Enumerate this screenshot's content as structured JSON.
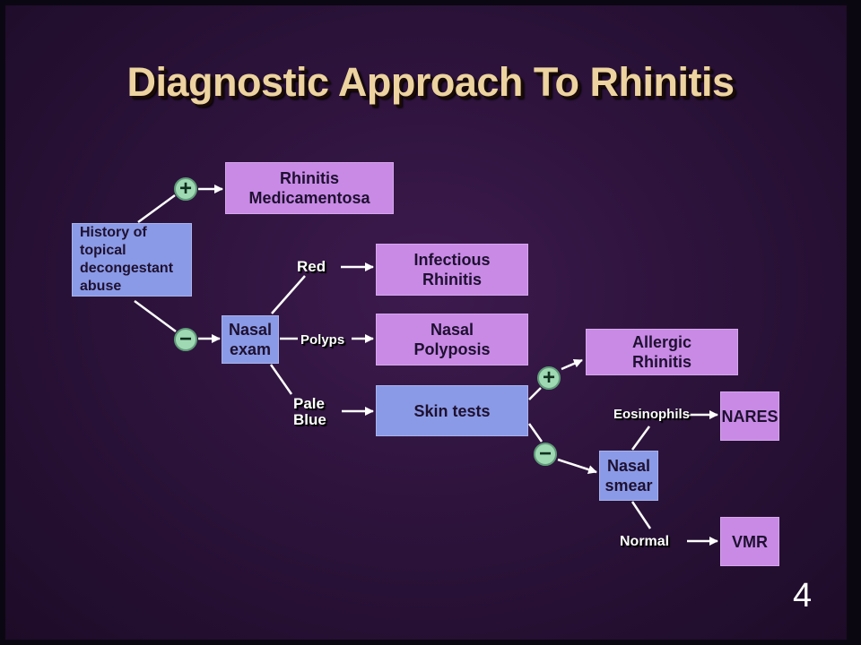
{
  "slide": {
    "title": "Diagnostic Approach To Rhinitis",
    "page_number": "4"
  },
  "nodes": {
    "history": [
      "History of",
      "topical",
      "decongestant",
      "abuse"
    ],
    "rhinitis_medicamentosa": [
      "Rhinitis",
      "Medicamentosa"
    ],
    "nasal_exam": [
      "Nasal",
      "exam"
    ],
    "infectious_rhinitis": [
      "Infectious",
      "Rhinitis"
    ],
    "nasal_polyposis": [
      "Nasal",
      "Polyposis"
    ],
    "skin_tests": [
      "Skin tests"
    ],
    "allergic_rhinitis": [
      "Allergic",
      "Rhinitis"
    ],
    "nasal_smear": [
      "Nasal",
      "smear"
    ],
    "nares": [
      "NARES"
    ],
    "vmr": [
      "VMR"
    ]
  },
  "edge_labels": {
    "red": "Red",
    "polyps": "Polyps",
    "pale": "Pale",
    "blue": "Blue",
    "eosinophils": "Eosinophils",
    "normal": "Normal"
  },
  "signs": {
    "plus": "+",
    "minus": "−"
  },
  "colors": {
    "background": "#2a1238",
    "outcome_box": "#c98ae6",
    "process_box": "#8a9ae6",
    "sign_circle": "#9fd9b4",
    "title": "#ecd3a0"
  }
}
